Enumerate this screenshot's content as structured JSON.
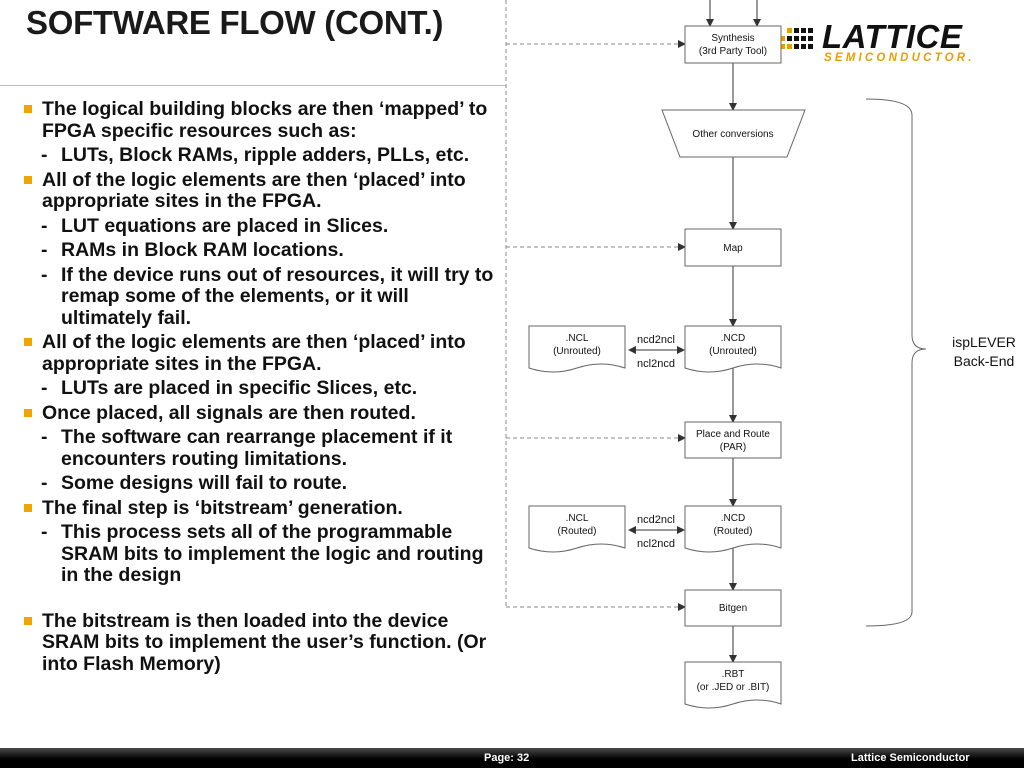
{
  "slide": {
    "title": "SOFTWARE FLOW (CONT.)",
    "logo": {
      "main": "LATTICE",
      "sub": "SEMICONDUCTOR."
    },
    "bullets": [
      {
        "level": 1,
        "text": "The logical building blocks are then ‘mapped’ to FPGA specific resources such as:"
      },
      {
        "level": 2,
        "text": "LUTs, Block RAMs, ripple adders, PLLs, etc."
      },
      {
        "level": 1,
        "text": "All of the logic elements are then ‘placed’ into appropriate sites in the FPGA."
      },
      {
        "level": 2,
        "text": "LUT equations are placed in Slices."
      },
      {
        "level": 2,
        "text": "RAMs in Block RAM locations."
      },
      {
        "level": 2,
        "text": "If the device runs out of resources, it will try to remap some of the elements, or it will ultimately fail."
      },
      {
        "level": 1,
        "text": "All of the logic elements are then ‘placed’ into appropriate sites in the FPGA."
      },
      {
        "level": 2,
        "text": "LUTs are placed in specific Slices, etc."
      },
      {
        "level": 1,
        "text": "Once placed, all signals are then routed."
      },
      {
        "level": 2,
        "text": "The software can rearrange placement if it encounters routing limitations."
      },
      {
        "level": 2,
        "text": "Some designs will fail to route."
      },
      {
        "level": 1,
        "text": "The final step is ‘bitstream’ generation."
      },
      {
        "level": 2,
        "text": "This process sets all of the programmable SRAM bits to implement the logic and routing in the design"
      },
      {
        "level": 0,
        "text": ""
      },
      {
        "level": 1,
        "text": "The bitstream is then loaded into the device SRAM bits to implement the user’s function. (Or into Flash Memory)"
      }
    ],
    "footer": {
      "page": "Page: 32",
      "company": "Lattice Semiconductor"
    }
  },
  "diagram": {
    "synthesis": [
      "Synthesis",
      "(3rd Party Tool)"
    ],
    "other_conversions": "Other conversions",
    "map": "Map",
    "ncl_unrouted": [
      ".NCL",
      "(Unrouted)"
    ],
    "ncd_unrouted": [
      ".NCD",
      "(Unrouted)"
    ],
    "place_route": [
      "Place and Route",
      "(PAR)"
    ],
    "ncl_routed": [
      ".NCL",
      "(Routed)"
    ],
    "ncd_routed": [
      ".NCD",
      "(Routed)"
    ],
    "bitgen": "Bitgen",
    "rbt": [
      ".RBT",
      "(or .JED or .BIT)"
    ],
    "ncd2ncl": "ncd2ncl",
    "ncl2ncd": "ncl2ncd",
    "brace_label": [
      "ispLEVER",
      "Back-End"
    ]
  }
}
